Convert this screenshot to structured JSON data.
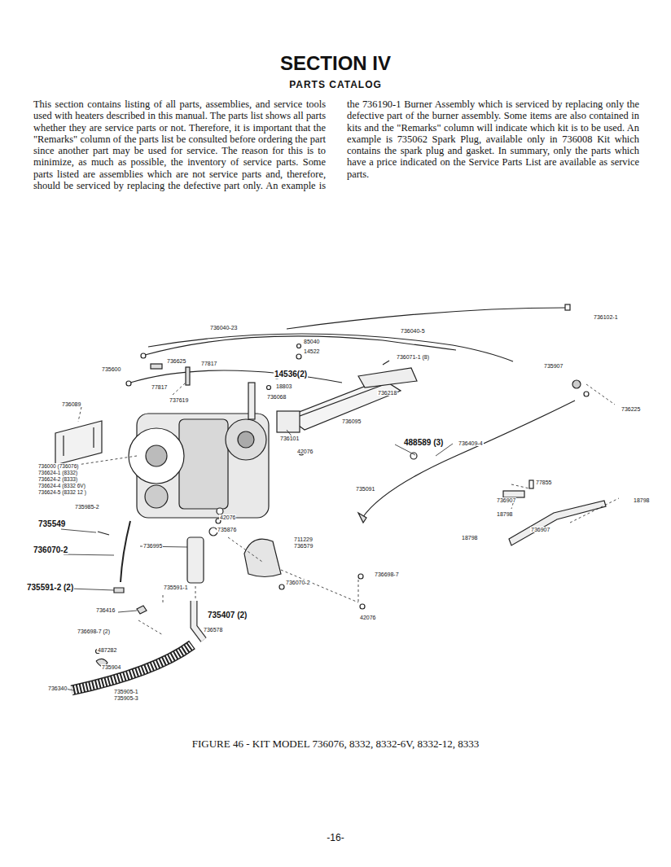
{
  "diagram": {
    "title": "SECTION IV",
    "caption": "FIGURE 46 - KIT MODEL 736076, 8332, 8332-6V, 8332-12, 8333",
    "labels": [
      "PARTS CATALOG",
      "This section contains listing of all parts, assemblies, and service tools used with heaters described in this manual. The parts list shows all parts whether they are service parts or not. Therefore, it is important that the \"Remarks\" column of the parts list be consulted before ordering the part since another part may be used for service. The reason for this is to minimize, as much as possible, the inventory of service parts. Some parts listed are assemblies which are not service parts and, therefore, should be serviced by replacing the defective part only. An example is the 736190-1 Burner Assembly which is serviced by replacing only the defective part of the burner assembly. Some items are also contained in kits and the \"Remarks\" column will indicate which kit is to be used. An example is 735062 Spark Plug, available only in 736008 Kit which contains the spark plug and gasket. In summary, only the parts which have a price indicated on the Service Parts List are available as service parts.",
      "736102-1",
      "736040-23",
      "736040-5",
      "85040",
      "14522",
      "736071-1 (8)",
      "735907",
      "736625",
      "77817",
      "14536(2)",
      "735600",
      "18803",
      "77817",
      "736068",
      "737619",
      "736218",
      "736089",
      "736225",
      "736095",
      "736101",
      "42076",
      "488589 (3)",
      "736409-4",
      "736000 (736076)",
      "736624-1 (8332)",
      "736624-2 (8333)",
      "736624-4 (8332 6V)",
      "736624-5 (8332 12 )",
      "77855",
      "735091",
      "736907",
      "18798",
      "18798",
      "735985-2",
      "736907",
      "18798",
      "42076",
      "735549",
      "735876",
      "711229",
      "736579",
      "736070-2",
      "736995",
      "736698-7",
      "736070-2",
      "735591-2 (2)",
      "735591-1",
      "736416",
      "735407 (2)",
      "42076",
      "736698-7 (2)",
      "736578",
      "487282",
      "735904",
      "736340",
      "735905-1",
      "735905-3",
      "-16-"
    ]
  }
}
